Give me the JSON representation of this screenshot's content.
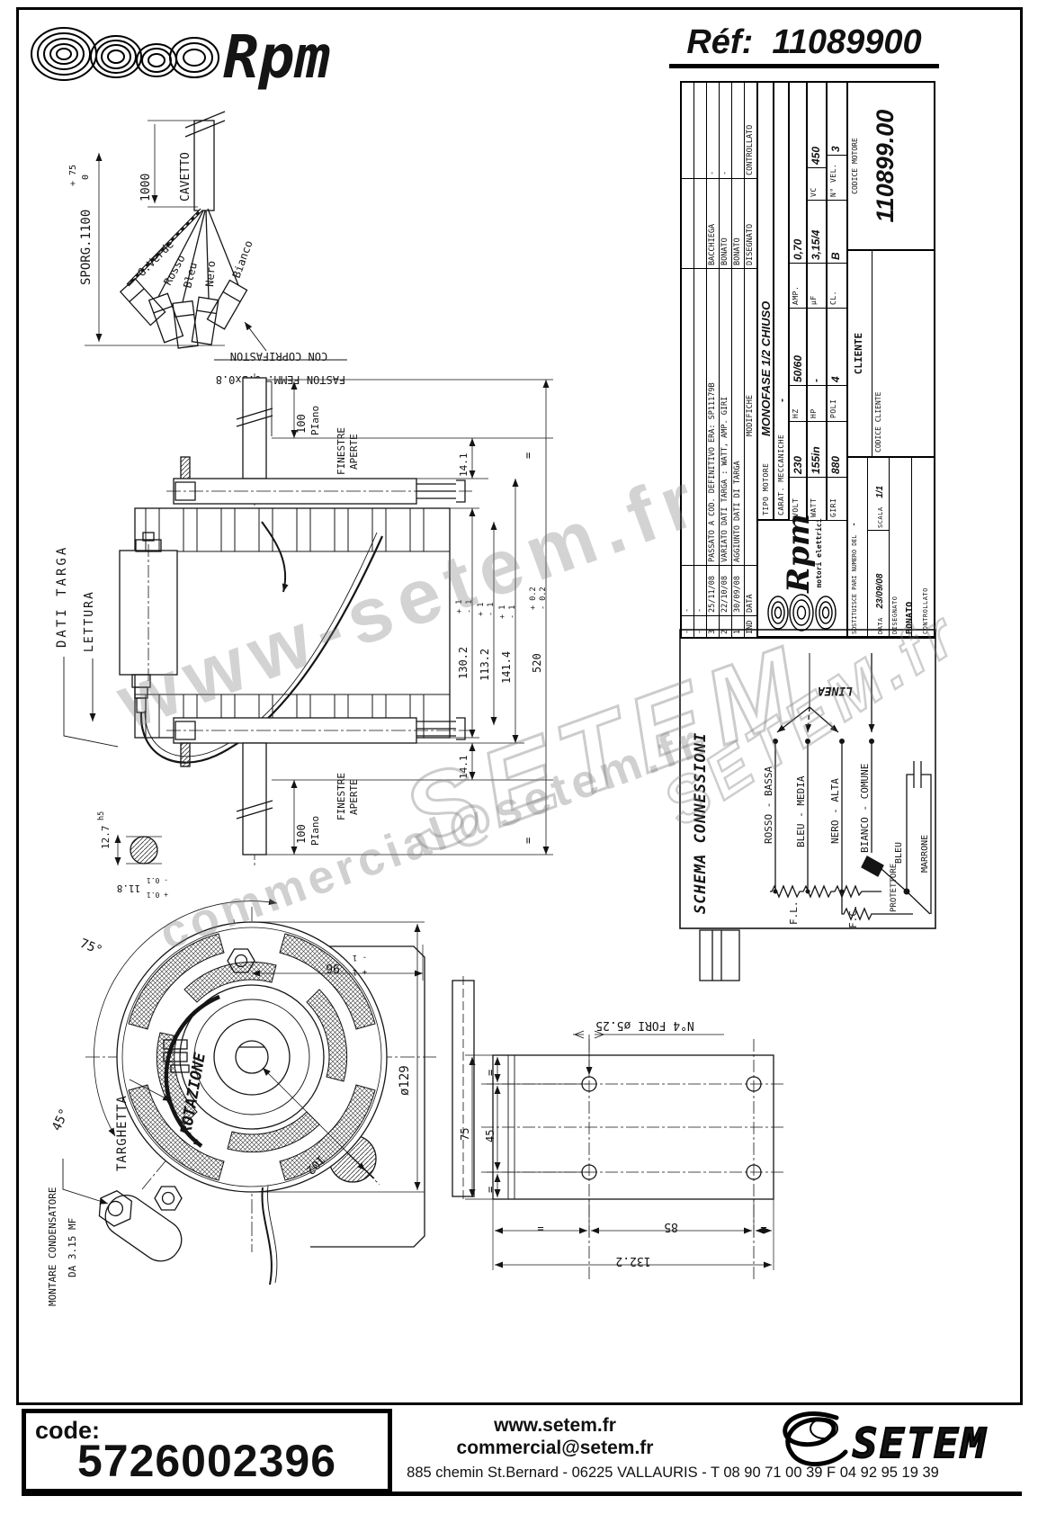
{
  "header": {
    "brand": "Rpm",
    "ref_label": "Réf:",
    "ref_value": "11089900"
  },
  "cable": {
    "sporg": "SPORG.1100",
    "sporg_plus": "+ 75",
    "sporg_zero": "0",
    "len": "1000",
    "cavetto": "CAVETTO",
    "wires": [
      "G.Verde",
      "Rosso",
      "Bleu",
      "Nero",
      "Bianco"
    ],
    "coprifaston": "CON COPRIFASTON",
    "faston": "FASTON FEMM. 6.3x0.8"
  },
  "side": {
    "dati_targa": "DATI TARGA",
    "lettura": "LETTURA",
    "finestre1": "FINESTRE",
    "finestre2": "APERTE",
    "piano_len": "100",
    "piano": "PIano",
    "d141": "14.1",
    "eq": "=",
    "d130": "130.2",
    "d113": "113.2",
    "d1414": "141.4",
    "d520": "520",
    "p1": "+ 1",
    "m1": "- 1",
    "p02": "+ 0.2",
    "m02": "- 0.2",
    "d127": "12.7",
    "h5": "h5",
    "d118": "11.8",
    "p01": "+ 0.1",
    "m01": "- 0.1"
  },
  "front": {
    "rotazione": "ROTAZIONE",
    "targhetta": "TARGHETTA",
    "a75": "75°",
    "a45": "45°",
    "dia": "ø129",
    "d96": "96",
    "d96m": "- 1",
    "d96p": "+ 1",
    "d102": "102",
    "mont1": "MONTARE CONDENSATORE",
    "mont2": "DA 3.15 MF"
  },
  "plate": {
    "fori": "N°4 FORI ø5.25",
    "d75": "75",
    "d45": "45",
    "d85": "85",
    "d1322": "132.2",
    "eq": "="
  },
  "schema": {
    "title": "SCHEMA CONNESSIONI",
    "linea": "LINEA",
    "w1": "ROSSO - BASSA",
    "w2": "BLEU - MEDIA",
    "w3": "NERO - ALTA",
    "w4": "BIANCO - COMUNE",
    "bleu": "BLEU",
    "marrone": "MARRONE",
    "fl": "F.L.",
    "fc": "F.C.",
    "prot": "PROTETTORE"
  },
  "tb": {
    "rev_h": {
      "ind": "IND",
      "date": "DATA",
      "desc": "MODIFICHE",
      "dis": "DISEGNATO",
      "ctl": "CONTROLLATO"
    },
    "rev_rows": [
      {
        "ind": "-",
        "date": "-",
        "desc": "",
        "dis": "",
        "ctl": ""
      },
      {
        "ind": "-",
        "date": "-",
        "desc": "",
        "dis": "",
        "ctl": ""
      },
      {
        "ind": "3",
        "date": "25/11/08",
        "desc": "PASSATO A COD. DEFINITIVO ERA: SP11179B",
        "dis": "BACCHIEGA",
        "ctl": "-"
      },
      {
        "ind": "2",
        "date": "22/10/08",
        "desc": "VARIATO DATI TARGA : WATT, AMP. GIRI",
        "dis": "BONATO",
        "ctl": "-"
      },
      {
        "ind": "1",
        "date": "30/09/08",
        "desc": "AGGIUNTO DATI DI TARGA",
        "dis": "BONATO",
        "ctl": ""
      }
    ],
    "logo_brand": "Rpm",
    "logo_sub": "motori elettrici",
    "tipo_l": "TIPO MOTORE",
    "tipo_v": "MONOFASE 1/2 CHIUSO",
    "carat_l": "CARAT. MECCANICHE",
    "carat_v": "-",
    "volt_l": "VOLT",
    "volt_v": "230",
    "hz_l": "HZ",
    "hz_v": "50/60",
    "amp_l": "AMP.",
    "amp_v": "0,70",
    "watt_l": "WATT",
    "watt_v": "155in",
    "hp_l": "HP",
    "hp_v": "-",
    "uf_l": "µF",
    "uf_v": "3,15/4",
    "vc_l": "VC",
    "vc_v": "450",
    "giri_l": "GIRI",
    "giri_v": "880",
    "poli_l": "POLI",
    "poli_v": "4",
    "cl_l": "CL.",
    "cl_v": "B",
    "nvel_l": "N° VEL.",
    "nvel_v": "3",
    "cliente": "CLIENTE",
    "cod_cliente": "CODICE CLIENTE",
    "cod_motore": "CODICE MOTORE",
    "motor_code": "110899.00",
    "sost": "SOSTITUISCE PARI NUMERO DEL",
    "sost_v": "-",
    "data_l": "DATA",
    "data_v": "23/09/08",
    "scala_l": "SCALA",
    "scala_v": "1/1",
    "dis_l": "DISEGNATO",
    "dis_v": "BONATO",
    "ctl_l": "CONTROLLATO"
  },
  "watermarks": {
    "w1": "www-setem.fr",
    "w2": "SETEM",
    "w3": "commercial@setem.fr",
    "w4": "SETEM.fr"
  },
  "footer": {
    "code_l": "code:",
    "code_v": "5726002396",
    "web": "www.setem.fr",
    "email": "commercial@setem.fr",
    "address": "885 chemin St.Bernard  -  06225 VALLAURIS  -  T 08 90 71 00 39   F 04 92 95 19 39",
    "brand": "SETEM"
  }
}
